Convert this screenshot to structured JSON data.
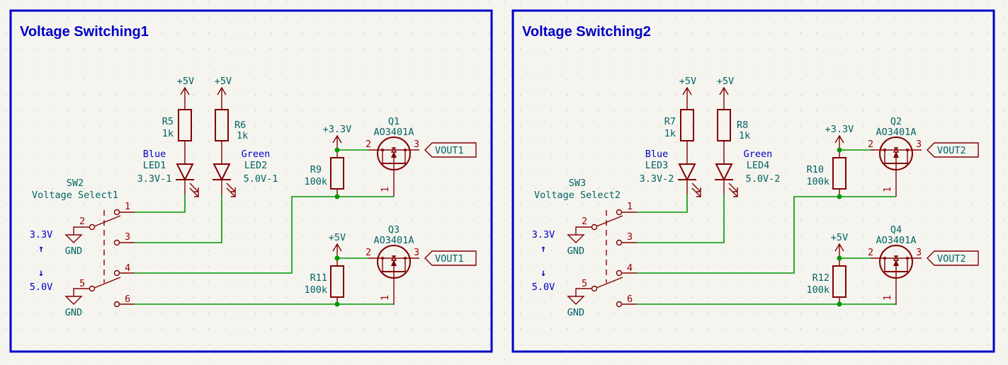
{
  "sheets": [
    {
      "title": "Voltage Switching1",
      "power": {
        "led_a": "+5V",
        "led_b": "+5V",
        "pull_a": "+3.3V",
        "pull_b": "+5V"
      },
      "resistors": [
        {
          "ref": "R5",
          "value": "1k"
        },
        {
          "ref": "R6",
          "value": "1k"
        },
        {
          "ref": "R9",
          "value": "100k"
        },
        {
          "ref": "R11",
          "value": "100k"
        }
      ],
      "leds": [
        {
          "color": "Blue",
          "ref": "LED1",
          "value": "3.3V-1"
        },
        {
          "color": "Green",
          "ref": "LED2",
          "value": "5.0V-1"
        }
      ],
      "switch": {
        "ref": "SW2",
        "value": "Voltage Select1",
        "pins": [
          "1",
          "2",
          "3",
          "4",
          "5",
          "6"
        ],
        "gnd_a": "GND",
        "gnd_b": "GND"
      },
      "notes": {
        "up": "3.3V",
        "up_arrow": "↑",
        "down_arrow": "↓",
        "down": "5.0V"
      },
      "mosfets": [
        {
          "ref": "Q1",
          "value": "AO3401A",
          "pins": [
            "1",
            "2",
            "3"
          ],
          "label": "VOUT1"
        },
        {
          "ref": "Q3",
          "value": "AO3401A",
          "pins": [
            "1",
            "2",
            "3"
          ],
          "label": "VOUT1"
        }
      ]
    },
    {
      "title": "Voltage Switching2",
      "power": {
        "led_a": "+5V",
        "led_b": "+5V",
        "pull_a": "+3.3V",
        "pull_b": "+5V"
      },
      "resistors": [
        {
          "ref": "R7",
          "value": "1k"
        },
        {
          "ref": "R8",
          "value": "1k"
        },
        {
          "ref": "R10",
          "value": "100k"
        },
        {
          "ref": "R12",
          "value": "100k"
        }
      ],
      "leds": [
        {
          "color": "Blue",
          "ref": "LED3",
          "value": "3.3V-2"
        },
        {
          "color": "Green",
          "ref": "LED4",
          "value": "5.0V-2"
        }
      ],
      "switch": {
        "ref": "SW3",
        "value": "Voltage Select2",
        "pins": [
          "1",
          "2",
          "3",
          "4",
          "5",
          "6"
        ],
        "gnd_a": "GND",
        "gnd_b": "GND"
      },
      "notes": {
        "up": "3.3V",
        "up_arrow": "↑",
        "down_arrow": "↓",
        "down": "5.0V"
      },
      "mosfets": [
        {
          "ref": "Q2",
          "value": "AO3401A",
          "pins": [
            "1",
            "2",
            "3"
          ],
          "label": "VOUT2"
        },
        {
          "ref": "Q4",
          "value": "AO3401A",
          "pins": [
            "1",
            "2",
            "3"
          ],
          "label": "VOUT2"
        }
      ]
    }
  ]
}
